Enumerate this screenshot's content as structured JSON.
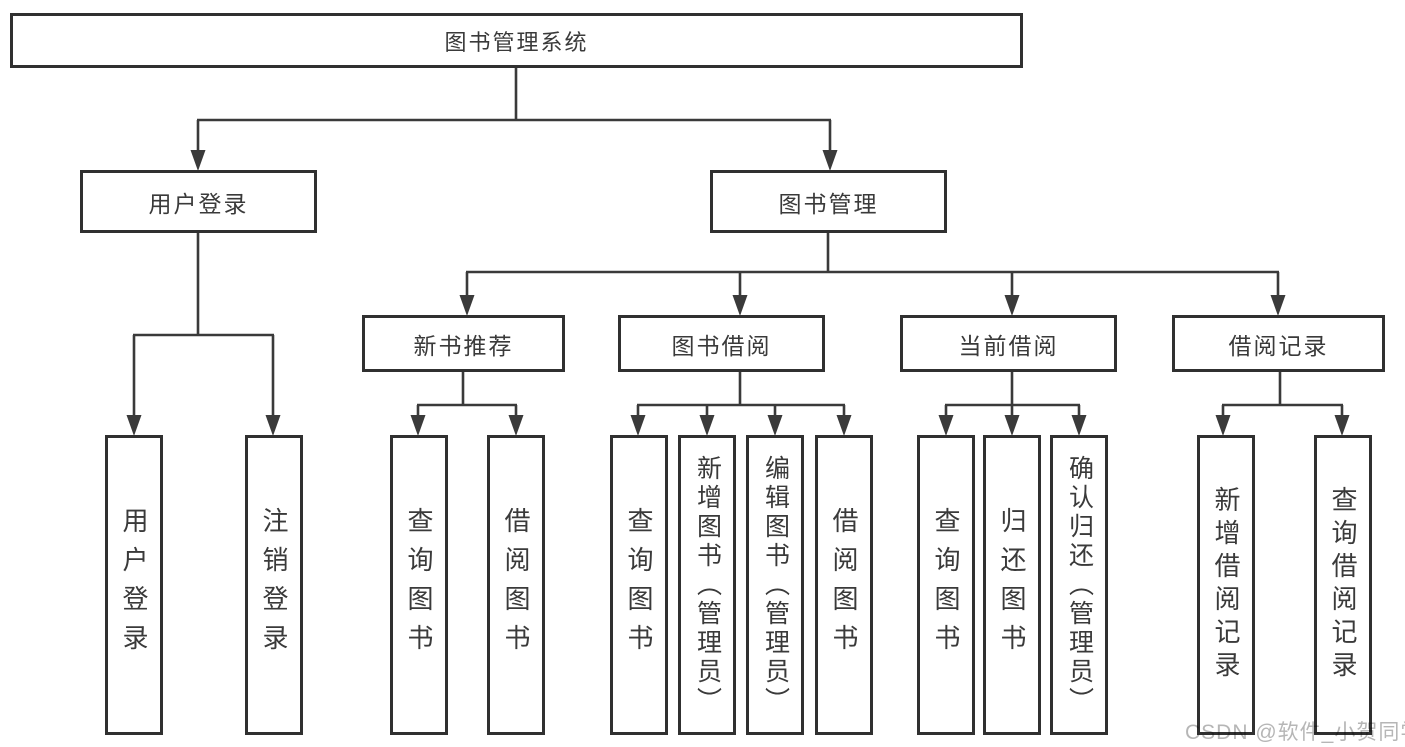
{
  "diagram": {
    "root": {
      "label": "图书管理系统"
    },
    "level2": [
      {
        "id": "user-login",
        "label": "用户登录"
      },
      {
        "id": "book-management",
        "label": "图书管理"
      }
    ],
    "level3": [
      {
        "id": "new-book-recommend",
        "label": "新书推荐"
      },
      {
        "id": "book-borrow",
        "label": "图书借阅"
      },
      {
        "id": "current-borrow",
        "label": "当前借阅"
      },
      {
        "id": "borrow-records",
        "label": "借阅记录"
      }
    ],
    "leaves": [
      {
        "id": "user-login-leaf",
        "label": "用户登录"
      },
      {
        "id": "logout",
        "label": "注销登录"
      },
      {
        "id": "query-book-1",
        "label": "查询图书"
      },
      {
        "id": "borrow-book-1",
        "label": "借阅图书"
      },
      {
        "id": "query-book-2",
        "label": "查询图书"
      },
      {
        "id": "add-book-admin",
        "label": "新增图书（管理员）"
      },
      {
        "id": "edit-book-admin",
        "label": "编辑图书（管理员）"
      },
      {
        "id": "borrow-book-2",
        "label": "借阅图书"
      },
      {
        "id": "query-book-3",
        "label": "查询图书"
      },
      {
        "id": "return-book",
        "label": "归还图书"
      },
      {
        "id": "confirm-return-admin",
        "label": "确认归还（管理员）"
      },
      {
        "id": "add-borrow-record",
        "label": "新增借阅记录"
      },
      {
        "id": "query-borrow-record",
        "label": "查询借阅记录"
      }
    ],
    "watermark": "CSDN @软件_小贺同学",
    "colors": {
      "background": "#ffffff",
      "line": "#3a3a3a",
      "box_border": "#303030",
      "text": "#3a3a3a",
      "watermark": "#8f8f8f"
    }
  }
}
